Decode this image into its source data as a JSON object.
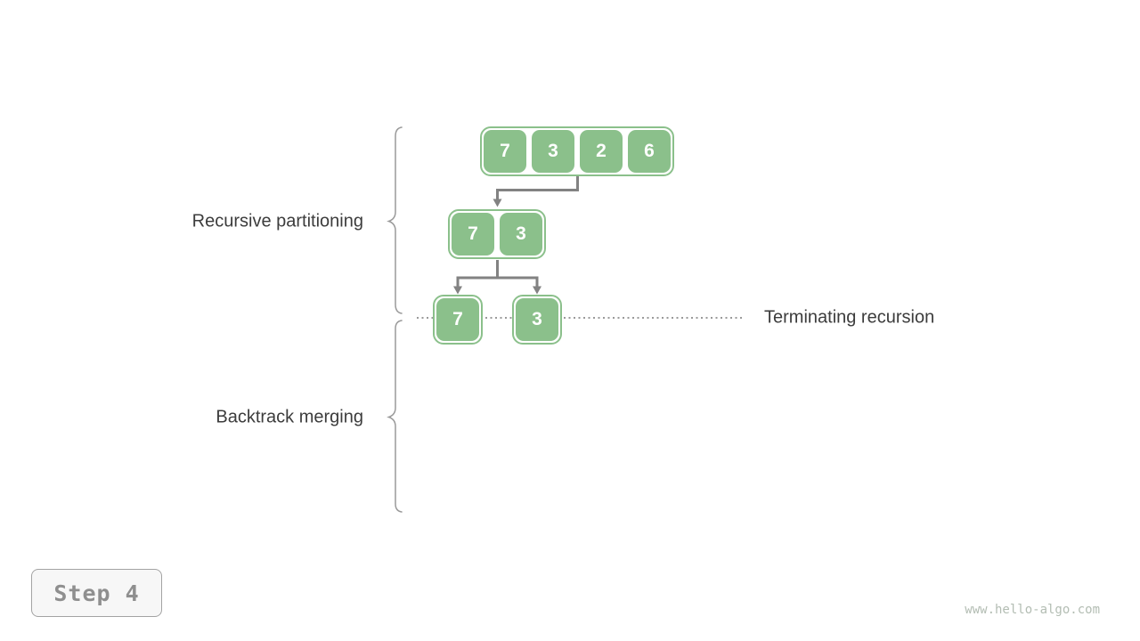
{
  "labels": {
    "recursive_partitioning": "Recursive partitioning",
    "backtrack_merging": "Backtrack merging",
    "terminating_recursion": "Terminating recursion"
  },
  "badge": {
    "text": "Step 4"
  },
  "watermark": {
    "text": "www.hello-algo.com"
  },
  "colors": {
    "green": "#8BC08B",
    "arrow": "#828282",
    "label": "#3C3C3C",
    "brace": "#9A9A9A",
    "dotted": "#9A9A9A",
    "badge-text": "#8F8F8F",
    "badge-bg": "#F7F7F7",
    "badge-border": "#A3A3A3",
    "watermark": "#B3BDB3"
  },
  "arrays": {
    "level1": {
      "values": [
        "7",
        "3",
        "2",
        "6"
      ]
    },
    "level2": {
      "values": [
        "7",
        "3"
      ]
    },
    "level3_left": {
      "values": [
        "7"
      ]
    },
    "level3_right": {
      "values": [
        "3"
      ]
    }
  }
}
